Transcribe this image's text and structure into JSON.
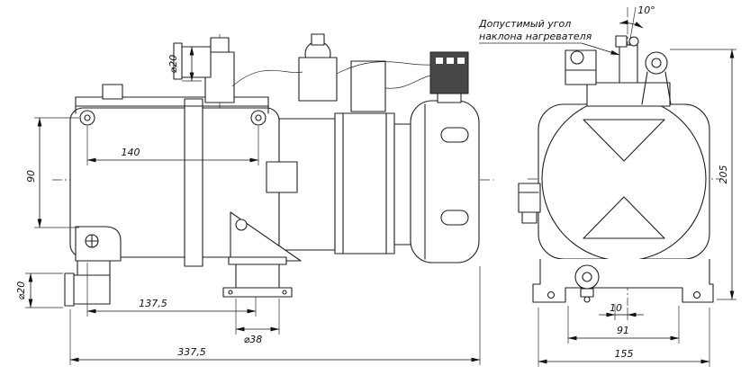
{
  "drawing": {
    "note": {
      "line1": "Допустимый угол",
      "line2": "наклона нагревателя"
    },
    "left_view": {
      "dims": {
        "top_pipe_diameter": "⌀20",
        "bolt_spacing": "140",
        "side_height": "90",
        "bottom_pipe_diameter": "⌀20",
        "pipe_to_exhaust": "137,5",
        "exhaust_diameter": "⌀38",
        "overall_length": "337,5"
      }
    },
    "right_view": {
      "dims": {
        "tilt_angle": "10°",
        "overall_height": "205",
        "exhaust_offset": "10",
        "mount_spacing": "91",
        "overall_width": "155"
      }
    }
  }
}
